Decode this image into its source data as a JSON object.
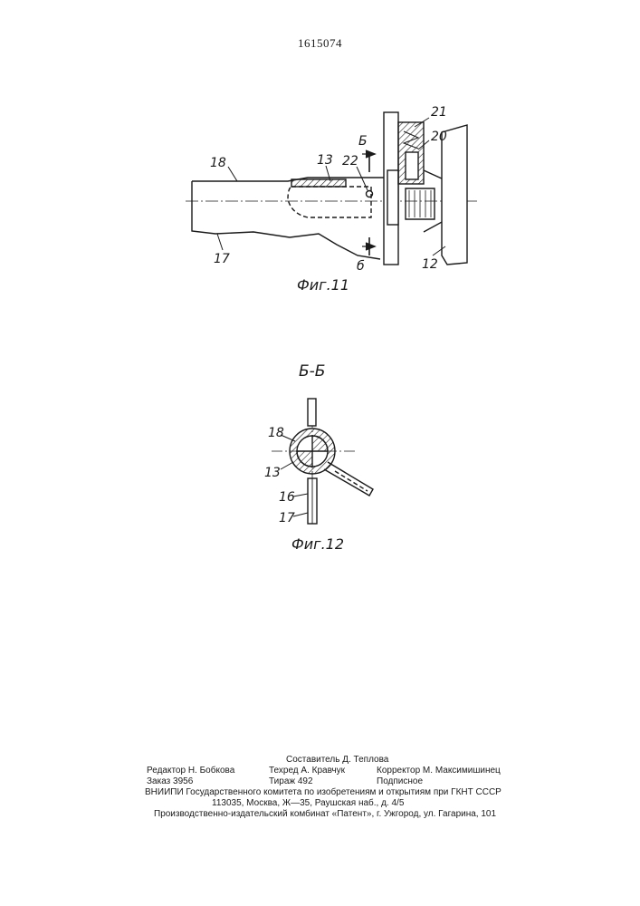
{
  "patent_number": "1615074",
  "figure11": {
    "caption": "Фиг.11",
    "labels": {
      "l18": "18",
      "l13": "13",
      "l22": "22",
      "l17": "17",
      "l21": "21",
      "l20": "20",
      "l12": "12",
      "section_top": "Б",
      "section_bottom": "б"
    }
  },
  "figure12": {
    "section_title": "Б-Б",
    "caption": "Фиг.12",
    "labels": {
      "l18": "18",
      "l13": "13",
      "l16": "16",
      "l17": "17"
    }
  },
  "imprint": {
    "compiler": "Составитель Д. Теплова",
    "editor": "Редактор Н. Бобкова",
    "techred": "Техред А. Кравчук",
    "corrector": "Корректор М. Максимишинец",
    "order": "Заказ 3956",
    "circulation": "Тираж 492",
    "subscription": "Подписное",
    "vniipi": "ВНИИПИ Государственного комитета по изобретениям и открытиям при ГКНТ СССР",
    "address": "113035, Москва, Ж—35, Раушская наб., д. 4/5",
    "publisher": "Производственно-издательский комбинат «Патент», г. Ужгород, ул. Гагарина, 101"
  }
}
